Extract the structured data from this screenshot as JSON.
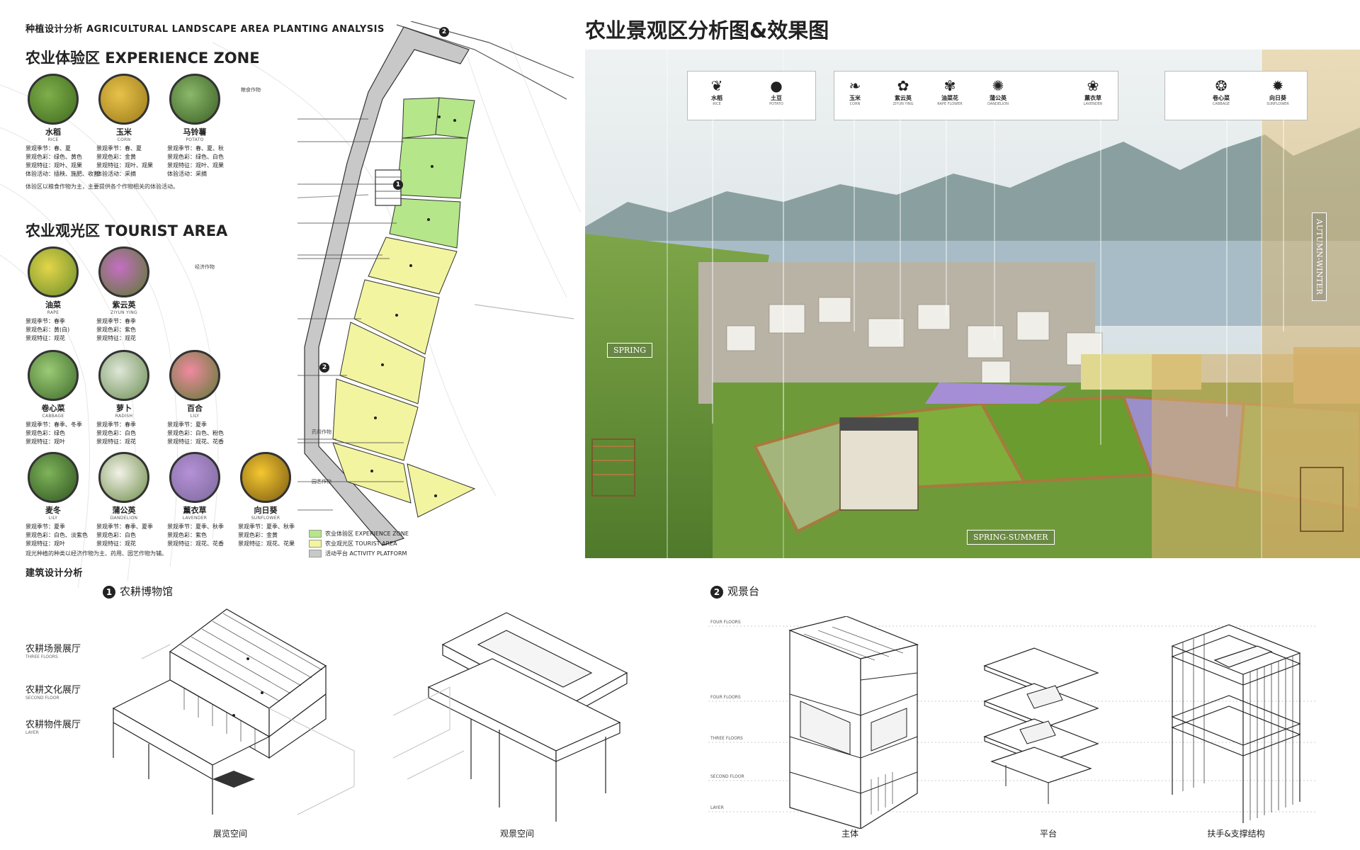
{
  "header": {
    "small_title": "种植设计分析 AGRICULTURAL LANDSCAPE AREA PLANTING ANALYSIS",
    "main_title": "农业景观区分析图&效果图"
  },
  "experience_zone": {
    "title": "农业体验区 EXPERIENCE ZONE",
    "crops": [
      {
        "name": "水稻",
        "en": "RICE",
        "season": "景观季节：春、夏",
        "color": "景观色彩：绿色、黄色",
        "feature": "景观特征：观叶、观果",
        "activity": "体验活动：插秧、施肥、收割"
      },
      {
        "name": "玉米",
        "en": "CORN",
        "season": "景观季节：春、夏",
        "color": "景观色彩：金黄",
        "feature": "景观特征：观叶、观果",
        "activity": "体验活动：采摘"
      },
      {
        "name": "马铃薯",
        "en": "POTATO",
        "season": "景观季节：春、夏、秋",
        "color": "景观色彩：绿色、白色",
        "feature": "景观特征：观叶、观果",
        "activity": "体验活动：采摘"
      }
    ],
    "note": "体验区以粮食作物为主，主要提供各个作物相关的体验活动。",
    "leader": "粮食作物"
  },
  "tourist_area": {
    "title": "农业观光区 TOURIST AREA",
    "leader": "经济作物",
    "crops": [
      {
        "name": "油菜",
        "en": "RAPE",
        "season": "景观季节：春季",
        "color": "景观色彩：黄(白)",
        "feature": "景观特征：观花"
      },
      {
        "name": "紫云英",
        "en": "ZIYUN YING",
        "season": "景观季节：春季",
        "color": "景观色彩：紫色",
        "feature": "景观特征：观花"
      },
      {
        "name": "卷心菜",
        "en": "CABBAGE",
        "season": "景观季节：春季、冬季",
        "color": "景观色彩：绿色",
        "feature": "景观特征：观叶"
      },
      {
        "name": "萝卜",
        "en": "RADISH",
        "season": "景观季节：春季",
        "color": "景观色彩：白色",
        "feature": "景观特征：观花"
      },
      {
        "name": "百合",
        "en": "LILY",
        "season": "景观季节：夏季",
        "color": "景观色彩：白色、粉色",
        "feature": "景观特征：观花、花香"
      },
      {
        "name": "麦冬",
        "en": "LILY",
        "season": "景观季节：夏季",
        "color": "景观色彩：白色、淡紫色",
        "feature": "景观特征：观叶"
      },
      {
        "name": "蒲公英",
        "en": "DANDELION",
        "season": "景观季节：春季、夏季",
        "color": "景观色彩：白色",
        "feature": "景观特征：观花"
      },
      {
        "name": "薰衣草",
        "en": "LAVENDER",
        "season": "景观季节：夏季、秋季",
        "color": "景观色彩：紫色",
        "feature": "景观特征：观花、花香"
      },
      {
        "name": "向日葵",
        "en": "SUNFLOWER",
        "season": "景观季节：夏季、秋季",
        "color": "景观色彩：金黄",
        "feature": "景观特征：观花、花果"
      }
    ],
    "note": "观光种植的种类以经济作物为主、药用、园艺作物为辅。",
    "leader_medicinal": "药用作物",
    "leader_garden": "园艺作物"
  },
  "legend": [
    {
      "label": "农业体验区 EXPERIENCE ZONE",
      "color": "#b5e68a"
    },
    {
      "label": "农业观光区 TOURIST AREA",
      "color": "#f2f4a0"
    },
    {
      "label": "活动平台 ACTIVITY PLATFORM",
      "color": "#c8c8c8"
    }
  ],
  "plan_markers": {
    "m1": "1",
    "m2": "2",
    "m2b": "2"
  },
  "icon_groups": [
    [
      {
        "cn": "水稻",
        "en": "RICE",
        "glyph": "❦"
      },
      {
        "cn": "土豆",
        "en": "POTATO",
        "glyph": "●"
      }
    ],
    [
      {
        "cn": "玉米",
        "en": "CORN",
        "glyph": "❧"
      },
      {
        "cn": "紫云英",
        "en": "ZIYUN YING",
        "glyph": "✿"
      },
      {
        "cn": "油菜花",
        "en": "RAPE FLOWER",
        "glyph": "✾"
      },
      {
        "cn": "蒲公英",
        "en": "DANDELION",
        "glyph": "✺"
      },
      {
        "cn": "薰衣草",
        "en": "LAVENDER",
        "glyph": "❀"
      }
    ],
    [
      {
        "cn": "卷心菜",
        "en": "CABBAGE",
        "glyph": "❂"
      },
      {
        "cn": "向日葵",
        "en": "SUNFLOWER",
        "glyph": "✹"
      }
    ]
  ],
  "seasons": {
    "spring": "SPRING",
    "spring_summer": "SPRING-SUMMER",
    "autumn_winter": "AUTUMN-WINTER"
  },
  "architecture": {
    "section_title": "建筑设计分析",
    "museum": {
      "num": "1",
      "title": "农耕博物馆",
      "labels": [
        {
          "cn": "农耕场景展厅",
          "en": "THREE FLOORS"
        },
        {
          "cn": "农耕文化展厅",
          "en": "SECOND FLOOR"
        },
        {
          "cn": "农耕物件展厅",
          "en": "LAYER"
        }
      ],
      "captions": [
        "展览空间",
        "观景空间"
      ]
    },
    "tower": {
      "num": "2",
      "title": "观景台",
      "floors": [
        "FOUR FLOORS",
        "FOUR FLOORS",
        "THREE FLOORS",
        "SECOND FLOOR",
        "LAYER"
      ],
      "captions": [
        "主体",
        "平台",
        "扶手&支撑结构"
      ]
    }
  },
  "colors": {
    "experience": "#b5e68a",
    "tourist": "#f2f4a0",
    "platform": "#c8c8c8",
    "ink": "#222222"
  }
}
